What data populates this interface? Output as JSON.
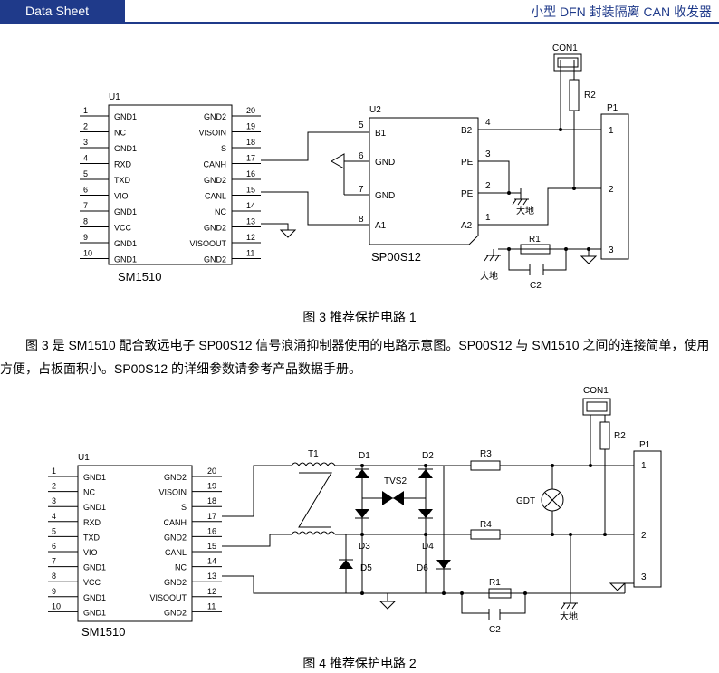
{
  "header": {
    "tab_label": "Data Sheet",
    "title": "小型 DFN 封装隔离 CAN 收发器",
    "accent_color": "#1f3a8a"
  },
  "sm1510": {
    "designator": "U1",
    "name": "SM1510",
    "left_pins": [
      {
        "num": "1",
        "label": "GND1"
      },
      {
        "num": "2",
        "label": "NC"
      },
      {
        "num": "3",
        "label": "GND1"
      },
      {
        "num": "4",
        "label": "RXD"
      },
      {
        "num": "5",
        "label": "TXD"
      },
      {
        "num": "6",
        "label": "VIO"
      },
      {
        "num": "7",
        "label": "GND1"
      },
      {
        "num": "8",
        "label": "VCC"
      },
      {
        "num": "9",
        "label": "GND1"
      },
      {
        "num": "10",
        "label": "GND1"
      }
    ],
    "right_pins": [
      {
        "num": "20",
        "label": "GND2"
      },
      {
        "num": "19",
        "label": "VISOIN"
      },
      {
        "num": "18",
        "label": "S"
      },
      {
        "num": "17",
        "label": "CANH"
      },
      {
        "num": "16",
        "label": "GND2"
      },
      {
        "num": "15",
        "label": "CANL"
      },
      {
        "num": "14",
        "label": "NC"
      },
      {
        "num": "13",
        "label": "GND2"
      },
      {
        "num": "12",
        "label": "VISOOUT"
      },
      {
        "num": "11",
        "label": "GND2"
      }
    ]
  },
  "figure3": {
    "caption": "图 3 推荐保护电路 1",
    "u2": {
      "designator": "U2",
      "name": "SP00S12",
      "left_pins": [
        {
          "num": "5",
          "label": "B1"
        },
        {
          "num": "6",
          "label": "GND"
        },
        {
          "num": "7",
          "label": "GND"
        },
        {
          "num": "8",
          "label": "A1"
        }
      ],
      "right_pins": [
        {
          "num": "4",
          "label": "B2"
        },
        {
          "num": "3",
          "label": "PE"
        },
        {
          "num": "2",
          "label": "PE"
        },
        {
          "num": "1",
          "label": "A2"
        }
      ]
    },
    "con1": "CON1",
    "r2": "R2",
    "p1": "P1",
    "p1_pins": [
      "1",
      "2",
      "3"
    ],
    "r1": "R1",
    "c2": "C2",
    "earth_label": "大地"
  },
  "paragraph": "图 3 是 SM1510 配合致远电子 SP00S12 信号浪涌抑制器使用的电路示意图。SP00S12 与 SM1510 之间的连接简单，使用方便，占板面积小。SP00S12 的详细参数请参考产品数据手册。",
  "figure4": {
    "caption": "图 4 推荐保护电路 2",
    "t1": "T1",
    "d1": "D1",
    "d2": "D2",
    "d3": "D3",
    "d4": "D4",
    "d5": "D5",
    "d6": "D6",
    "tvs": "TVS2",
    "r3": "R3",
    "r4": "R4",
    "gdt": "GDT",
    "r1": "R1",
    "c2": "C2",
    "con1": "CON1",
    "r2": "R2",
    "p1": "P1",
    "p1_pins": [
      "1",
      "2",
      "3"
    ],
    "earth_label": "大地"
  }
}
